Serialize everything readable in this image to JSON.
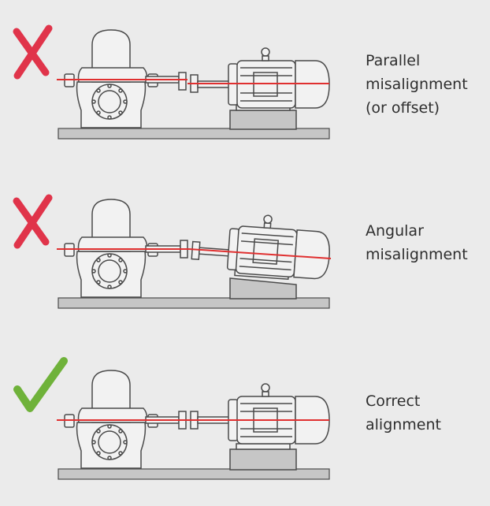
{
  "palette": {
    "background": "#ebebeb",
    "machine_fill": "#f2f2f2",
    "machine_stroke": "#4a4a4a",
    "base_fill": "#c6c6c6",
    "axis_line": "#e03030",
    "cross_mark": "#e0344a",
    "check_mark": "#6fb23a"
  },
  "panels": [
    {
      "status_icon": "cross-icon",
      "label_lines": [
        "Parallel",
        "misalignment",
        "(or offset)"
      ]
    },
    {
      "status_icon": "cross-icon",
      "label_lines": [
        "Angular",
        "misalignment"
      ]
    },
    {
      "status_icon": "check-icon",
      "label_lines": [
        "Correct",
        "alignment"
      ]
    }
  ]
}
